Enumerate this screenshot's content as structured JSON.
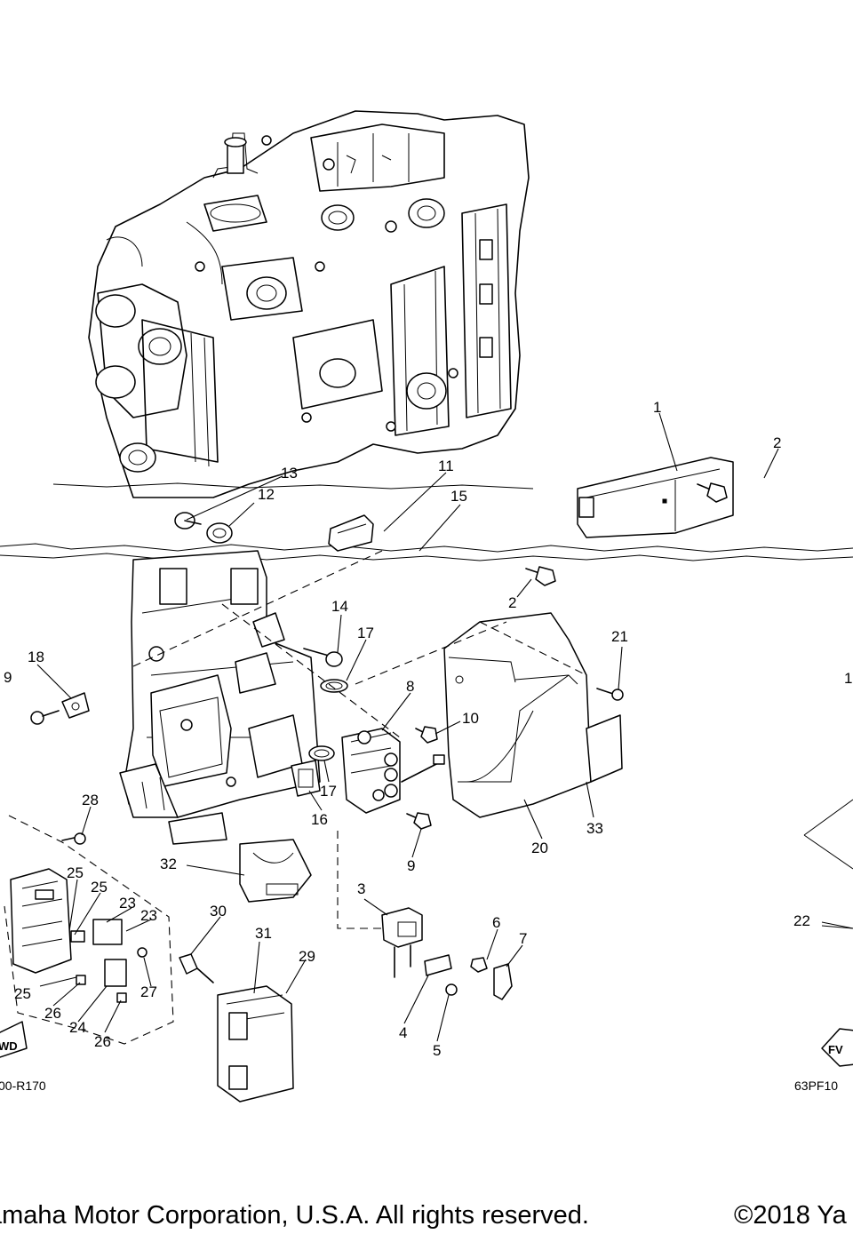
{
  "callouts": {
    "c1": "1",
    "c2a": "2",
    "c2b": "2",
    "c3": "3",
    "c4": "4",
    "c5": "5",
    "c6": "6",
    "c7": "7",
    "c8": "8",
    "c9a": "9",
    "c9b": "9",
    "c10": "10",
    "c11": "11",
    "c12": "12",
    "c13": "13",
    "c14": "14",
    "c15": "15",
    "c16": "16",
    "c17a": "17",
    "c17b": "17",
    "c18": "18",
    "c19": "1",
    "c20": "20",
    "c21": "21",
    "c22": "22",
    "c23a": "23",
    "c23b": "23",
    "c24": "24",
    "c25a": "25",
    "c25b": "25",
    "c25c": "25",
    "c26a": "26",
    "c26b": "26",
    "c27": "27",
    "c28": "28",
    "c29": "29",
    "c30": "30",
    "c31": "31",
    "c32": "32",
    "c33": "33"
  },
  "codes": {
    "left": "00-R170",
    "right": "63PF10"
  },
  "fwd_marks": {
    "left": "WD",
    "right": "FV"
  },
  "footer": {
    "copyright_left": "amaha Motor Corporation, U.S.A. All rights reserved.",
    "copyright_right": "©2018 Ya"
  }
}
